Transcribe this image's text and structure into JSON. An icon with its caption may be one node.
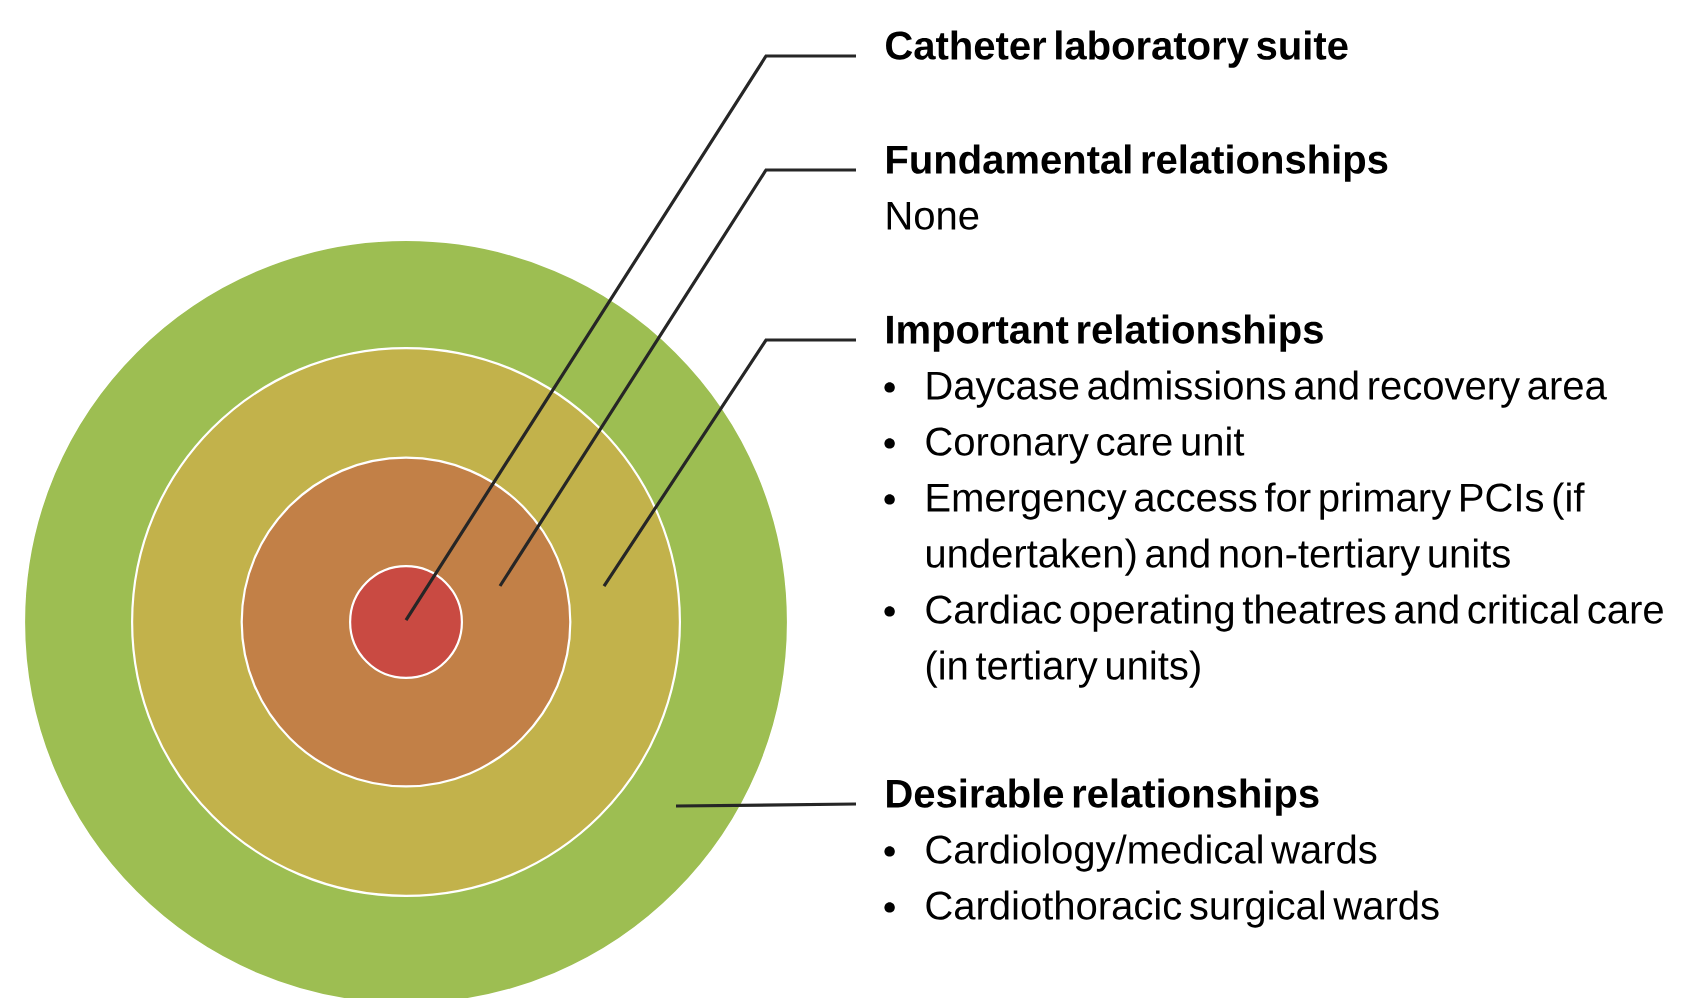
{
  "diagram": {
    "nodes": [
      {
        "text": [],
        "shape": "circle"
      },
      {
        "text": [],
        "shape": "circle",
        "in": 0
      },
      {
        "text": [],
        "shape": "circle",
        "in": 1
      },
      {
        "text": [],
        "shape": "circle",
        "in": 2
      },
      {
        "text": [
          "Catheter laboratory suite"
        ]
      },
      {
        "text": [
          "Fundamental relationships",
          "None"
        ]
      },
      {
        "text": [
          "Important relationships",
          "Daycase admissions and recovery area",
          "Coronary care unit",
          "Emergency access for primary PCIs (if undertaken) and non-tertiary units",
          "Cardiac operating theatres and critical care (in tertiary units)"
        ]
      },
      {
        "text": [
          "Desirable relationships",
          "Cardiology/medical wards",
          "Cardiothoracic surgical wards"
        ]
      }
    ],
    "edges": [
      {
        "from": 4,
        "to": 3,
        "arrow": "none"
      },
      {
        "from": 5,
        "to": 2,
        "arrow": "none"
      },
      {
        "from": 6,
        "to": 1,
        "arrow": "none"
      },
      {
        "from": 7,
        "to": 0,
        "arrow": "none"
      }
    ]
  }
}
